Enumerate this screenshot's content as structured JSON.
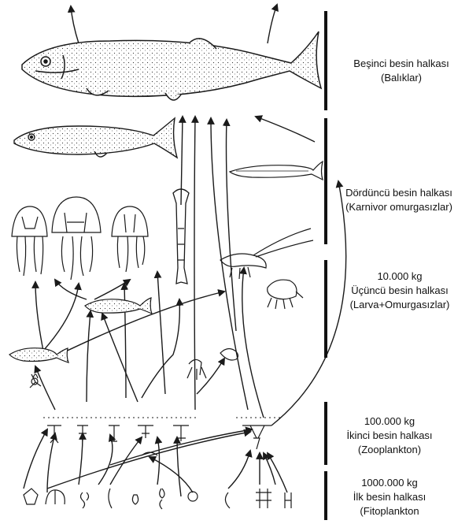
{
  "levels": [
    {
      "title": "Beşinci besin halkası",
      "subtitle": "(Balıklar)"
    },
    {
      "title": "Dördüncü besin halkası",
      "subtitle": "(Karnivor omurgasızlar)"
    },
    {
      "amount": "10.000 kg",
      "title": "Üçüncü besin halkası",
      "subtitle": "(Larva+Omurgasızlar)"
    },
    {
      "amount": "100.000 kg",
      "title": "İkinci besin halkası",
      "subtitle": "(Zooplankton)"
    },
    {
      "amount": "1000.000 kg",
      "title": "İlk besin halkası",
      "subtitle": "(Fitoplankton"
    }
  ],
  "colors": {
    "ink": "#1a1a1a",
    "background": "#ffffff"
  }
}
